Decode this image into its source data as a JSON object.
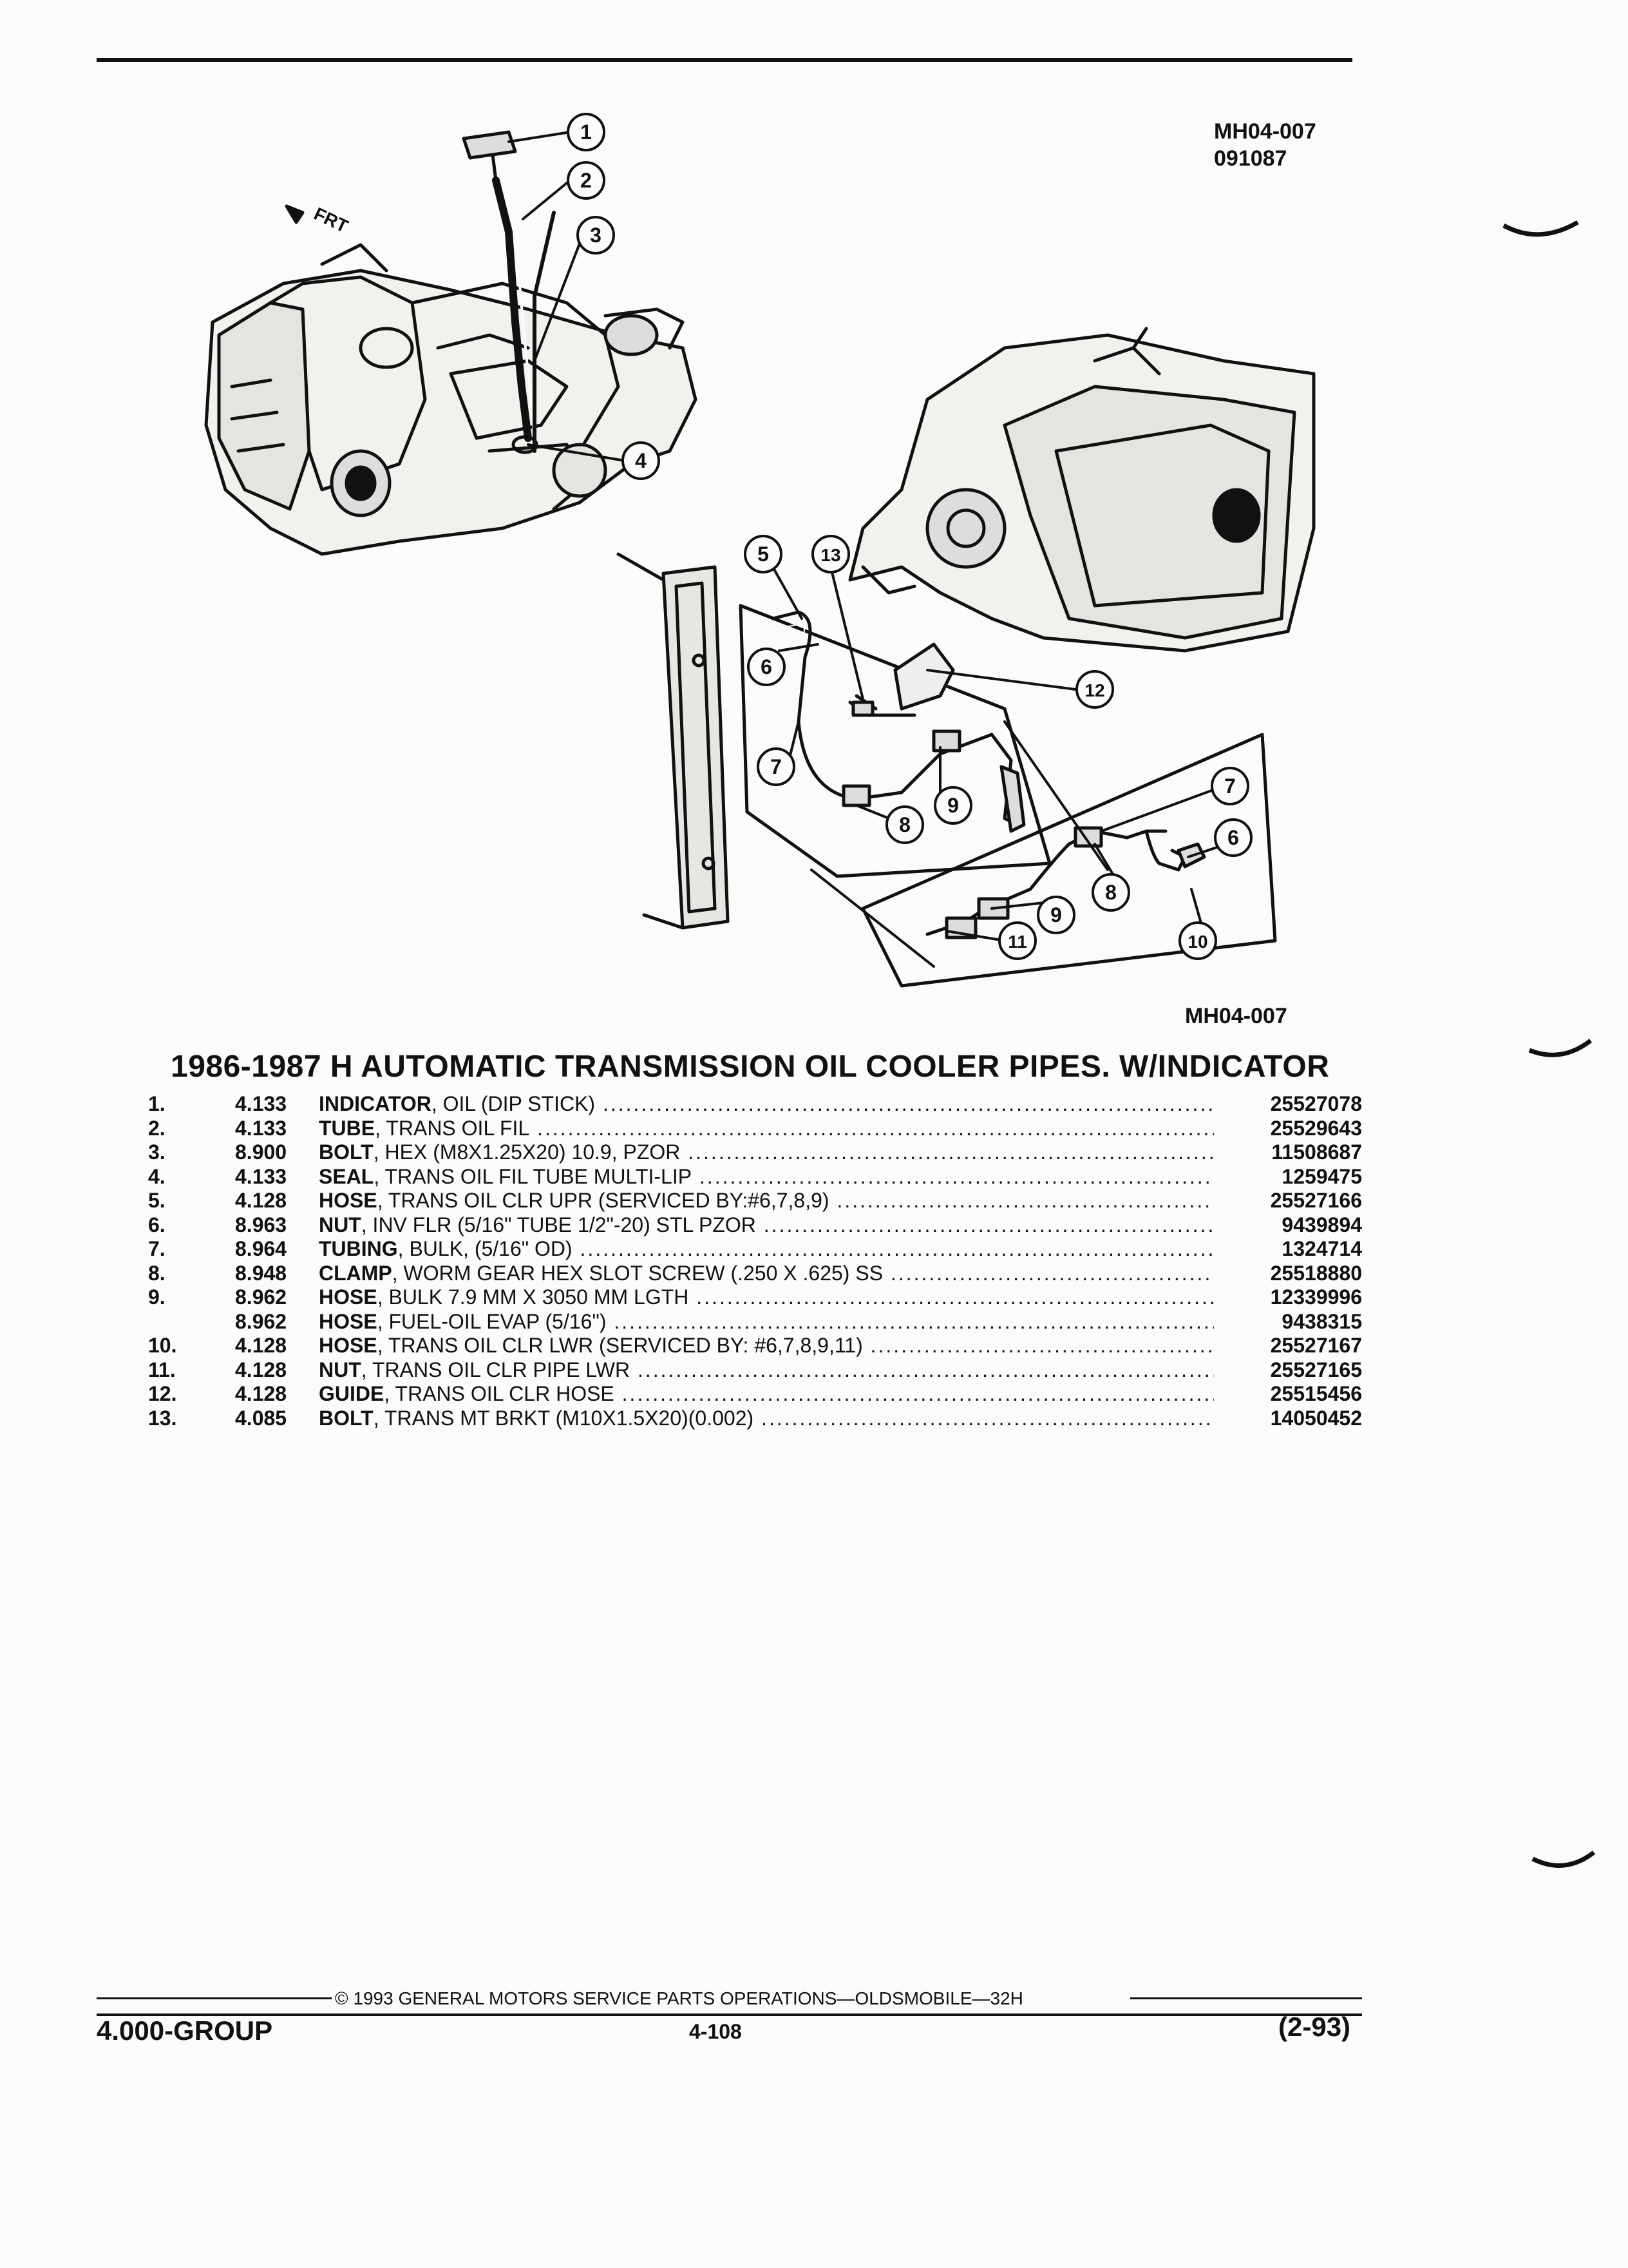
{
  "header": {
    "figure_code": "MH04-007",
    "date_code": "091087"
  },
  "diagram": {
    "front_label": "FRT",
    "callouts": [
      "1",
      "2",
      "3",
      "4",
      "5",
      "13",
      "6",
      "12",
      "7",
      "9",
      "8",
      "7",
      "6",
      "8",
      "9",
      "10",
      "11"
    ],
    "figure_code_bottom": "MH04-007"
  },
  "section": {
    "title": "1986-1987 H AUTOMATIC TRANSMISSION OIL COOLER PIPES. W/INDICATOR"
  },
  "parts": [
    {
      "num": "1.",
      "group": "4.133",
      "name": "INDICATOR",
      "detail": ", OIL (DIP STICK)",
      "part": "25527078"
    },
    {
      "num": "2.",
      "group": "4.133",
      "name": "TUBE",
      "detail": ", TRANS OIL FIL",
      "part": "25529643"
    },
    {
      "num": "3.",
      "group": "8.900",
      "name": "BOLT",
      "detail": ", HEX (M8X1.25X20) 10.9, PZOR",
      "part": "11508687"
    },
    {
      "num": "4.",
      "group": "4.133",
      "name": "SEAL",
      "detail": ", TRANS OIL FIL TUBE MULTI-LIP",
      "part": "1259475"
    },
    {
      "num": "5.",
      "group": "4.128",
      "name": "HOSE",
      "detail": ", TRANS OIL CLR UPR (SERVICED BY:#6,7,8,9)",
      "part": "25527166"
    },
    {
      "num": "6.",
      "group": "8.963",
      "name": "NUT",
      "detail": ", INV FLR (5/16\" TUBE 1/2\"-20) STL PZOR",
      "part": "9439894"
    },
    {
      "num": "7.",
      "group": "8.964",
      "name": "TUBING",
      "detail": ", BULK, (5/16\" OD)",
      "part": "1324714"
    },
    {
      "num": "8.",
      "group": "8.948",
      "name": "CLAMP",
      "detail": ", WORM GEAR HEX SLOT SCREW (.250 X .625) SS",
      "part": "25518880"
    },
    {
      "num": "9.",
      "group": "8.962",
      "name": "HOSE",
      "detail": ", BULK 7.9 MM X 3050 MM LGTH",
      "part": "12339996"
    },
    {
      "num": "",
      "group": "8.962",
      "name": "HOSE",
      "detail": ", FUEL-OIL EVAP (5/16\")",
      "part": "9438315"
    },
    {
      "num": "10.",
      "group": "4.128",
      "name": "HOSE",
      "detail": ", TRANS OIL CLR LWR (SERVICED BY: #6,7,8,9,11)",
      "part": "25527167"
    },
    {
      "num": "11.",
      "group": "4.128",
      "name": "NUT",
      "detail": ", TRANS OIL CLR PIPE LWR",
      "part": "25527165"
    },
    {
      "num": "12.",
      "group": "4.128",
      "name": "GUIDE",
      "detail": ", TRANS OIL CLR HOSE",
      "part": "25515456"
    },
    {
      "num": "13.",
      "group": "4.085",
      "name": "BOLT",
      "detail": ", TRANS MT BRKT (M10X1.5X20)(0.002)",
      "part": "14050452"
    }
  ],
  "footer": {
    "copyright": "© 1993 GENERAL MOTORS SERVICE PARTS OPERATIONS—OLDSMOBILE—32H",
    "group": "4.000-GROUP",
    "page": "4-108",
    "date": "(2-93)"
  }
}
